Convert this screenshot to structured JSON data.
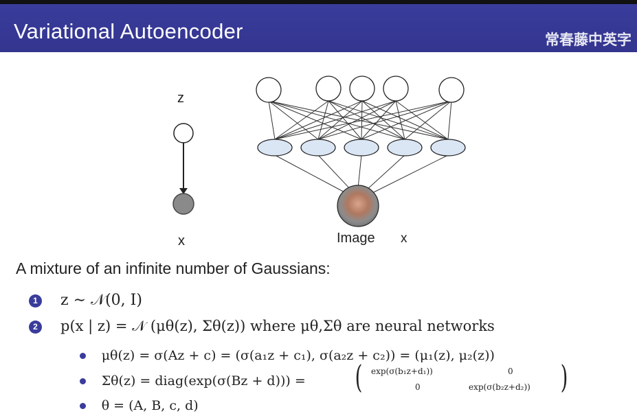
{
  "header": {
    "title": "Variational Autoencoder",
    "watermark": "常春藤中英字"
  },
  "diagram": {
    "latent_label": "z",
    "observed_label": "x",
    "image_label": "Image",
    "image_x_label": "x",
    "colors": {
      "header": "#3a3c9c",
      "hidden_node": "#dbe6f5",
      "observed_node": "#8a8a8a"
    }
  },
  "body": {
    "intro": "A mixture of an infinite number of Gaussians:",
    "items": [
      {
        "marker": "1",
        "text": "z ∼ 𝒩(0, I)"
      },
      {
        "marker": "2",
        "text": "p(x | z) = 𝒩 (μθ(z), Σθ(z)) where μθ,Σθ are neural networks"
      }
    ],
    "subitems": [
      "μθ(z) = σ(Az + c) = (σ(a₁z + c₁), σ(a₂z + c₂)) = (μ₁(z), μ₂(z))",
      "Σθ(z) = diag(exp(σ(Bz + d))) =",
      "θ = (A, B, c, d)"
    ],
    "matrix": {
      "a11": "exp(σ(b₁z+d₁))",
      "a12": "0",
      "a21": "0",
      "a22": "exp(σ(b₂z+d₂))"
    }
  }
}
